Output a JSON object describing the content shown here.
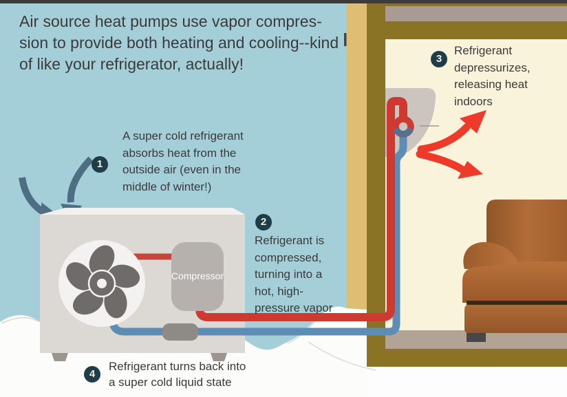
{
  "infographic": {
    "title_lines": [
      "Air source heat pumps use vapor compres-",
      "sion to provide both heating and cooling--kind",
      "of like your refrigerator, actually!"
    ],
    "steps": [
      {
        "number": "1",
        "lines": [
          "A super cold refrigerant",
          "absorbs heat from the",
          "outside air (even in the",
          "middle of winter!)"
        ]
      },
      {
        "number": "2",
        "lines": [
          "Refrigerant is",
          "compressed,",
          "turning into a",
          "hot, high-",
          "pressure vapor"
        ]
      },
      {
        "number": "3",
        "lines": [
          "Refrigerant",
          "depressurizes,",
          "releasing heat",
          "indoors"
        ]
      },
      {
        "number": "4",
        "lines": [
          "Refrigerant turns back into",
          "a super cold liquid state"
        ]
      }
    ],
    "outdoor_unit": {
      "compressor_label": "Compressor"
    },
    "icons": [
      "cold-air-arrows-icon",
      "fan-icon",
      "expansion-valve-icon",
      "heat-arrows-icon"
    ],
    "colors": {
      "outdoor_sky": "#a5cfd8",
      "wall_tan": "#ddbe72",
      "frame_olive": "#8b7326",
      "indoor_cream": "#faf3dc",
      "ceiling_gray": "#a99b93",
      "floor_gray": "#b2a394",
      "hot_pipe_red": "#ce3a31",
      "cold_pipe_blue": "#5d8db4",
      "badge_navy": "#1e3d47",
      "couch_brown": "#b06a38",
      "snow_white": "#fcfcfa",
      "text_dark": "#3a3a3a"
    }
  }
}
